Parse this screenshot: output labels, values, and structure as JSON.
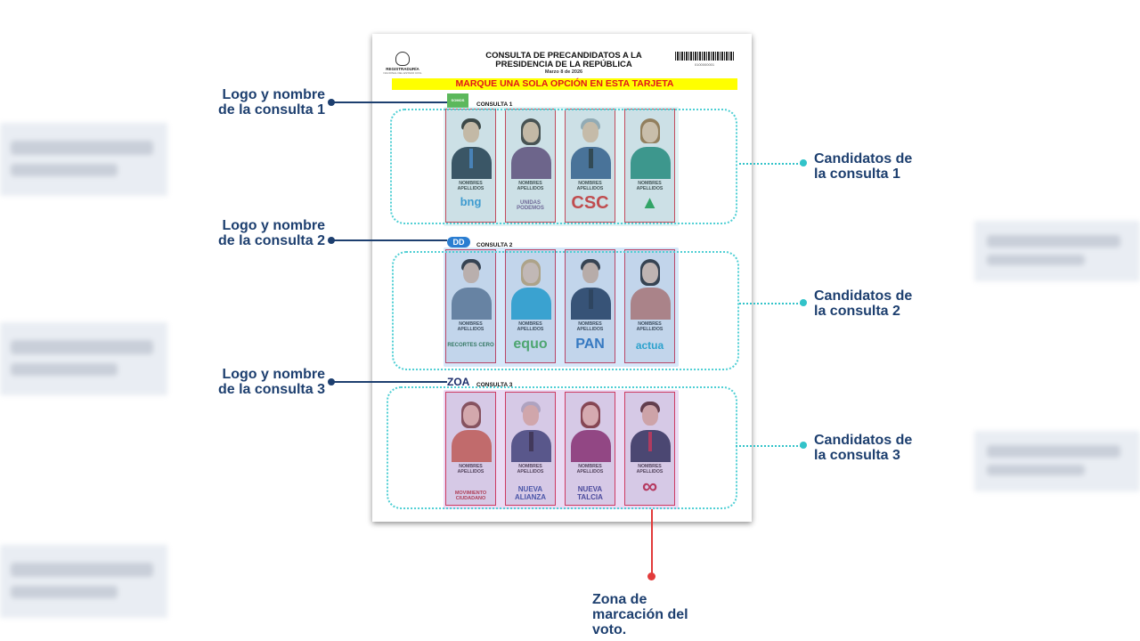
{
  "ballot": {
    "seal_text": "REGISTRADURÍA",
    "seal_subtext": "NACIONAL DEL ESTADO CIVIL",
    "title_line1": "CONSULTA DE PRECANDIDATOS A LA",
    "title_line2": "PRESIDENCIA DE LA REPÚBLICA",
    "date": "Marzo 8 de 2026",
    "barcode_number": "0100000001",
    "banner": "MARQUE UNA SOLA OPCIÓN EN ESTA TARJETA",
    "candidate_name_line1": "NOMBRES",
    "candidate_name_line2": "APELLIDOS",
    "consultas": [
      {
        "label": "CONSULTA 1",
        "logo": "SOMOS",
        "party_logos": [
          "bng",
          "UNIDAS PODEMOS",
          "CSC",
          "▲"
        ]
      },
      {
        "label": "CONSULTA 2",
        "logo": "DD",
        "party_logos": [
          "RECORTES CERO",
          "equo",
          "PAN",
          "actua"
        ]
      },
      {
        "label": "CONSULTA 3",
        "logo": "ZOA",
        "party_logos": [
          "MOVIMIENTO CIUDADANO",
          "NUEVA ALIANZA",
          "NUEVA TALCIA",
          "∞"
        ]
      }
    ]
  },
  "annotations": {
    "logo1": [
      "Logo y nombre",
      "de la consulta 1"
    ],
    "logo2": [
      "Logo y nombre",
      "de la consulta 2"
    ],
    "logo3": [
      "Logo y nombre",
      "de la consulta 3"
    ],
    "cand1": [
      "Candidatos de",
      "la consulta 1"
    ],
    "cand2": [
      "Candidatos de",
      "la consulta 2"
    ],
    "cand3": [
      "Candidatos de",
      "la consulta 3"
    ],
    "vote": [
      "Zona de",
      "marcación del",
      "voto."
    ]
  },
  "colors": {
    "annotation_text": "#1d3f6f",
    "zone_dots": "#32c3c9",
    "vote_marker": "#e23b3b",
    "banner_bg": "#ffff00",
    "banner_text": "#e1141b"
  }
}
